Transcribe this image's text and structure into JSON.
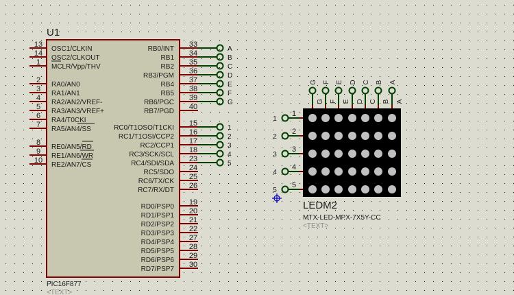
{
  "u1": {
    "ref": "U1",
    "part": "PIC16F877",
    "text_placeholder": "<TEXT>",
    "left_pins": [
      {
        "num": "13",
        "name": "OSC1/CLKIN"
      },
      {
        "num": "14",
        "name": "OSC2/CLKOUT"
      },
      {
        "num": "1",
        "name": "MCLR/Vpp/THV"
      },
      {
        "num": "2",
        "name": "RA0/AN0"
      },
      {
        "num": "3",
        "name": "RA1/AN1"
      },
      {
        "num": "4",
        "name": "RA2/AN2/VREF-"
      },
      {
        "num": "5",
        "name": "RA3/AN3/VREF+"
      },
      {
        "num": "6",
        "name": "RA4/T0CKI"
      },
      {
        "num": "7",
        "name": "RA5/AN4/SS"
      },
      {
        "num": "8",
        "name": "RE0/AN5/RD"
      },
      {
        "num": "9",
        "name": "RE1/AN6/WR"
      },
      {
        "num": "10",
        "name": "RE2/AN7/CS"
      }
    ],
    "right_pins": [
      {
        "num": "33",
        "name": "RB0/INT"
      },
      {
        "num": "34",
        "name": "RB1"
      },
      {
        "num": "35",
        "name": "RB2"
      },
      {
        "num": "36",
        "name": "RB3/PGM"
      },
      {
        "num": "37",
        "name": "RB4"
      },
      {
        "num": "38",
        "name": "RB5"
      },
      {
        "num": "39",
        "name": "RB6/PGC"
      },
      {
        "num": "40",
        "name": "RB7/PGD"
      },
      {
        "num": "15",
        "name": "RC0/T1OSO/T1CKI"
      },
      {
        "num": "16",
        "name": "RC1/T1OSI/CCP2"
      },
      {
        "num": "17",
        "name": "RC2/CCP1"
      },
      {
        "num": "18",
        "name": "RC3/SCK/SCL"
      },
      {
        "num": "23",
        "name": "RC4/SDI/SDA"
      },
      {
        "num": "24",
        "name": "RC5/SDO"
      },
      {
        "num": "25",
        "name": "RC6/TX/CK"
      },
      {
        "num": "26",
        "name": "RC7/RX/DT"
      },
      {
        "num": "19",
        "name": "RD0/PSP0"
      },
      {
        "num": "20",
        "name": "RD1/PSP1"
      },
      {
        "num": "21",
        "name": "RD2/PSP2"
      },
      {
        "num": "22",
        "name": "RD3/PSP3"
      },
      {
        "num": "27",
        "name": "RD4/PSP4"
      },
      {
        "num": "28",
        "name": "RD5/PSP5"
      },
      {
        "num": "29",
        "name": "RD6/PSP6"
      },
      {
        "num": "30",
        "name": "RD7/PSP7"
      }
    ]
  },
  "u1_terminals_b": [
    "A",
    "B",
    "C",
    "D",
    "E",
    "F",
    "G"
  ],
  "u1_terminals_c": [
    "1",
    "2",
    "3",
    "4",
    "5"
  ],
  "ledm2": {
    "ref": "LEDM2",
    "part": "MTX-LED-MPX-7X5Y-CC",
    "text_placeholder": "<TEXT>",
    "columns": [
      "G",
      "F",
      "E",
      "D",
      "C",
      "B",
      "A"
    ],
    "rows": [
      "1",
      "2",
      "3",
      "4",
      "5"
    ]
  },
  "colors": {
    "background": "#dcdcd0",
    "chip_fill": "#c8c8b0",
    "chip_border": "#800000",
    "wire": "#004000",
    "led_body": "#000000",
    "led_off": "#c0c0c0",
    "placeholder_text": "#909090",
    "origin_marker": "#0000c0"
  }
}
